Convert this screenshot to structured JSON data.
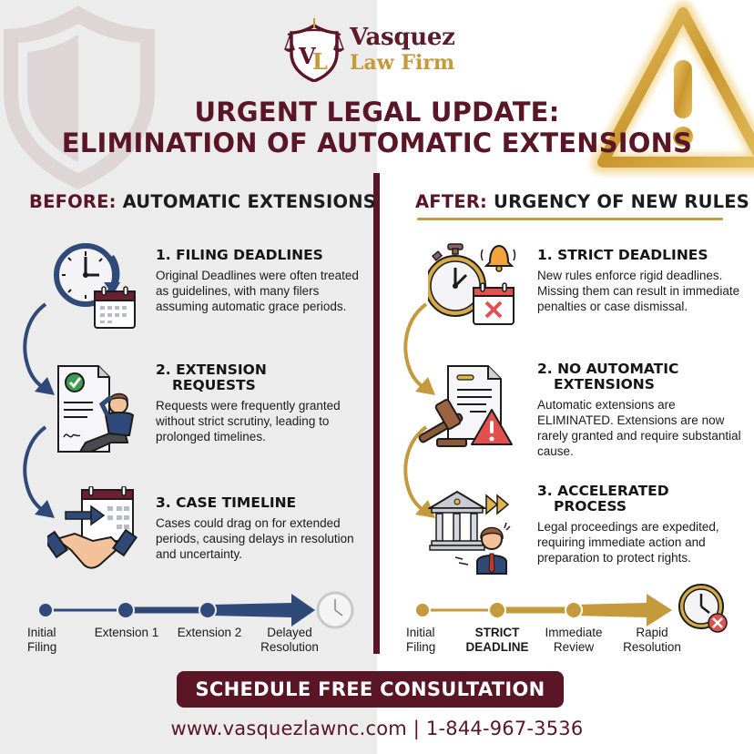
{
  "brand": {
    "monogram": "VL",
    "name_line1": "Vasquez",
    "name_line2": "Law Firm",
    "colors": {
      "maroon": "#5a1626",
      "gold": "#c49a3c",
      "navy": "#2f4a78"
    }
  },
  "title": {
    "line1": "URGENT LEGAL UPDATE:",
    "line2": "ELIMINATION OF AUTOMATIC EXTENSIONS"
  },
  "before": {
    "heading_accent": "BEFORE:",
    "heading_rest": " AUTOMATIC EXTENSIONS",
    "items": [
      {
        "title": "1. FILING DEADLINES",
        "title_cont": "",
        "desc": "Original Deadlines were often treated as guidelines, with many filers assuming automatic grace periods.",
        "icon": "clock-calendar-icon"
      },
      {
        "title": "2. EXTENSION",
        "title_cont": "REQUESTS",
        "desc": "Requests were frequently granted without strict scrutiny, leading to prolonged timelines.",
        "icon": "approved-document-relaxed-person-icon"
      },
      {
        "title": "3. CASE TIMELINE",
        "title_cont": "",
        "desc": "Cases could drag on for extended periods, causing delays in resolution and uncertainty.",
        "icon": "handshake-calendar-icon"
      }
    ],
    "timeline": [
      {
        "label1": "Initial",
        "label2": "Filing"
      },
      {
        "label1": "Extension 1",
        "label2": ""
      },
      {
        "label1": "Extension 2",
        "label2": ""
      },
      {
        "label1": "Delayed",
        "label2": "Resolution"
      }
    ]
  },
  "after": {
    "heading_accent": "AFTER:",
    "heading_rest": " URGENCY OF NEW RULES",
    "items": [
      {
        "title": "1. STRICT DEADLINES",
        "title_cont": "",
        "desc": "New rules enforce rigid deadlines. Missing them can result in immediate penalties or case dismissal.",
        "icon": "stopwatch-alarm-calendar-x-icon"
      },
      {
        "title": "2. NO AUTOMATIC",
        "title_cont": "EXTENSIONS",
        "desc": "Automatic extensions are ELIMINATED. Extensions are now rarely granted and require substantial cause.",
        "icon": "gavel-document-warning-icon"
      },
      {
        "title": "3. ACCELERATED",
        "title_cont": "PROCESS",
        "desc": "Legal proceedings are expedited, requiring immediate action and preparation to protect rights.",
        "icon": "courthouse-fast-forward-stressed-person-icon"
      }
    ],
    "timeline": [
      {
        "label1": "Initial",
        "label2": "Filing"
      },
      {
        "label1": "STRICT",
        "label2": "DEADLINE"
      },
      {
        "label1": "Immediate",
        "label2": "Review"
      },
      {
        "label1": "Rapid",
        "label2": "Resolution"
      }
    ]
  },
  "cta": {
    "label": "SCHEDULE FREE CONSULTATION"
  },
  "contact": {
    "text": "www.vasquezlawnc.com | 1-844-967-3536"
  }
}
